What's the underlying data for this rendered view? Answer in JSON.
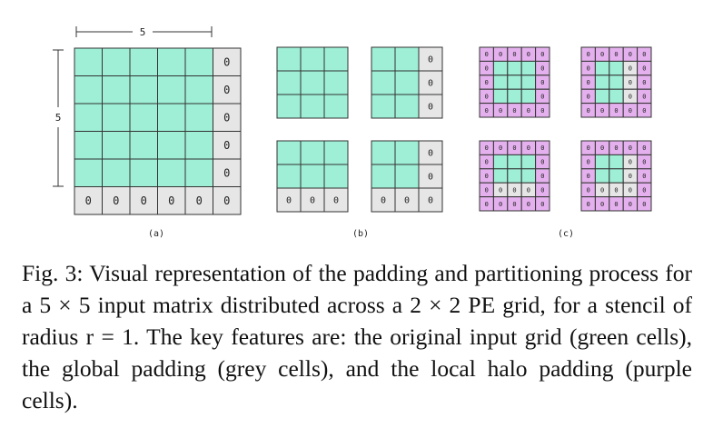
{
  "figure": {
    "panel_labels": [
      "(a)",
      "(b)",
      "(c)"
    ],
    "dim_width_label": "5",
    "dim_height_label": "5",
    "zero": "0",
    "colors": {
      "green": "#9eefd6",
      "grey": "#e6e6e6",
      "purple": "#e4b1ee",
      "line": "#333333"
    }
  },
  "caption": {
    "text": "Fig. 3: Visual representation of the padding and partitioning process for a 5 × 5 input matrix distributed across a 2 × 2 PE grid, for a stencil of radius r = 1. The key features are: the original input grid (green cells), the global padding (grey cells), and the local halo padding (purple cells)."
  }
}
